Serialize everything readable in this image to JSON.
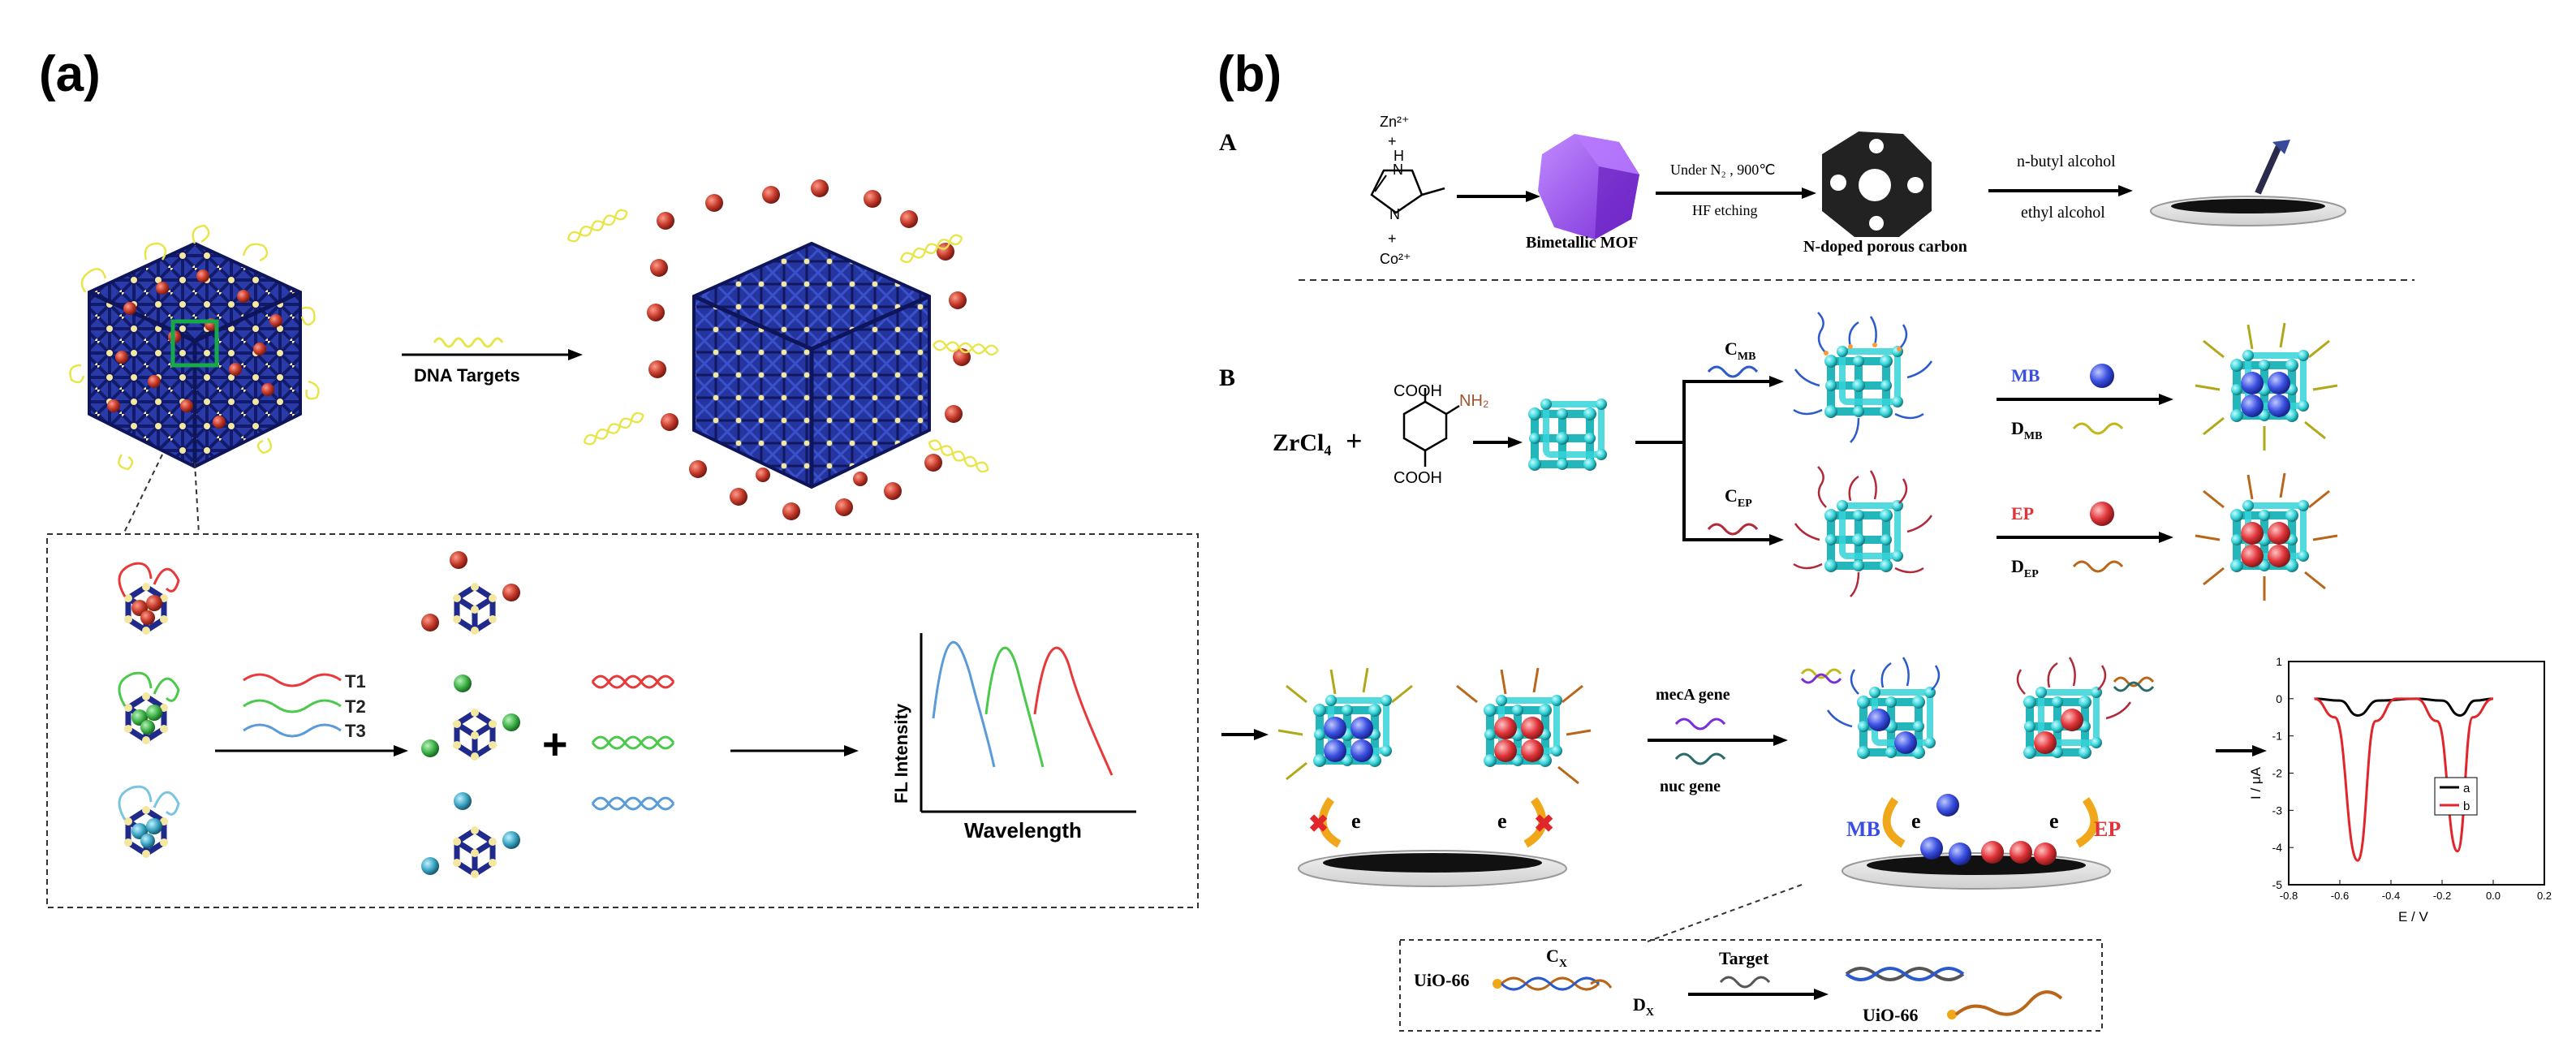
{
  "panel_a": {
    "label": "(a)",
    "arrow_label": "DNA Targets",
    "legend": [
      "T1",
      "T2",
      "T3"
    ],
    "plus": "+",
    "plot_ylabel": "FL Intensity",
    "plot_xlabel": "Wavelength"
  },
  "panel_b": {
    "label": "(b)",
    "section_a": {
      "label": "A",
      "zn": "Zn²⁺",
      "plus1": "+",
      "nh": "H",
      "n_label": "N",
      "n_label2": "N",
      "plus2": "+",
      "co": "Co²⁺",
      "mof_label": "Bimetallic MOF",
      "cond1": "Under N₂ , 900℃",
      "cond2": "HF etching",
      "carbon_label": "N-doped porous carbon",
      "solvent1": "n-butyl alcohol",
      "solvent2": "ethyl alcohol"
    },
    "section_b": {
      "label": "B",
      "zrcl4": "ZrCl₄",
      "plus": "+",
      "cooh1": "COOH",
      "cooh2": "COOH",
      "nh2": "NH₂",
      "cmb": "C",
      "cmb_sub": "MB",
      "cep": "C",
      "cep_sub": "EP",
      "mb": "MB",
      "dmb": "D",
      "dmb_sub": "MB",
      "ep": "EP",
      "dep": "D",
      "dep_sub": "EP",
      "gene1": "mecA gene",
      "gene2": "nuc gene",
      "e": "e",
      "mb_bottom": "MB",
      "ep_bottom": "EP",
      "inset_uio1": "UiO-66",
      "inset_cx": "C",
      "inset_cx_sub": "X",
      "inset_dx": "D",
      "inset_dx_sub": "X",
      "inset_target": "Target",
      "inset_uio2": "UiO-66"
    },
    "plot": {
      "ylabel": "I / μA",
      "xlabel": "E / V",
      "yticks": [
        "1",
        "0",
        "-1",
        "-2",
        "-3",
        "-4",
        "-5"
      ],
      "xticks": [
        "-0.8",
        "-0.6",
        "-0.4",
        "-0.2",
        "0.0",
        "0.2"
      ],
      "legend": [
        "a",
        "b"
      ]
    }
  },
  "colors": {
    "frame_blue": "#1f2a8a",
    "node_yellow": "#f4e7a0",
    "dna_yellow": "#e8e54a",
    "ball_red": "#c43a2a",
    "ball_green": "#3fb34a",
    "ball_cyan": "#3aa6c4",
    "t1": "#e8393a",
    "t2": "#4ac94a",
    "t3": "#5a9bd8",
    "mof_purple": "#9a4ee8",
    "uio_cyan": "#35d4d8",
    "mb_blue": "#3a4fe0",
    "ep_red": "#e0343a",
    "dna_orange": "#e07a2a"
  },
  "chart_data": {
    "type": "line",
    "title": "",
    "xlabel": "E / V",
    "ylabel": "I / μA",
    "xlim": [
      -0.8,
      0.2
    ],
    "ylim": [
      -5,
      1
    ],
    "series": [
      {
        "name": "a",
        "x": [
          -0.7,
          -0.6,
          -0.53,
          -0.45,
          -0.3,
          -0.2,
          -0.13,
          -0.07,
          0.0
        ],
        "y": [
          0,
          -0.05,
          -0.45,
          -0.05,
          0,
          -0.05,
          -0.45,
          -0.05,
          0
        ]
      },
      {
        "name": "b",
        "x": [
          -0.7,
          -0.62,
          -0.53,
          -0.46,
          -0.38,
          -0.3,
          -0.22,
          -0.14,
          -0.08,
          0.0
        ],
        "y": [
          0,
          -0.5,
          -4.35,
          -0.6,
          0,
          0,
          -0.6,
          -4.1,
          -0.5,
          0
        ]
      }
    ]
  }
}
